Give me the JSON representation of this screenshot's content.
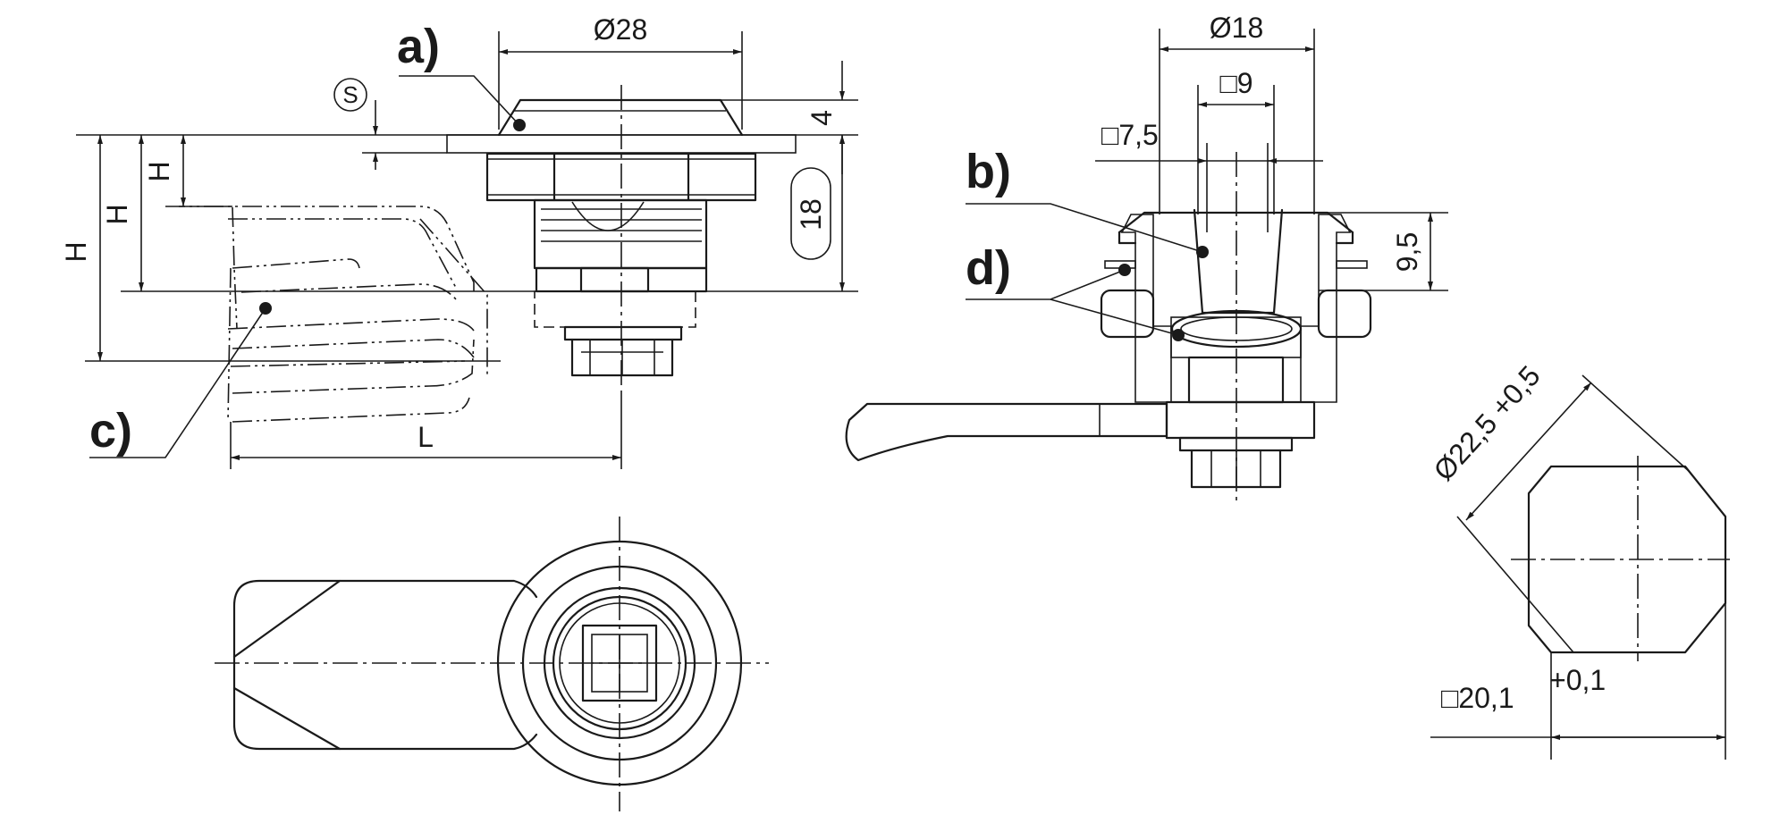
{
  "labels": {
    "a": "a)",
    "b": "b)",
    "c": "c)",
    "d": "d)"
  },
  "dimensions": {
    "dia28": "Ø28",
    "dia18": "Ø18",
    "sq9": "□9",
    "sq7_5": "□7,5",
    "d4": "4",
    "d18": "18",
    "d9_5": "9,5",
    "H": "H",
    "L": "L",
    "S": "S",
    "dia22_5": "Ø22,5 +0,5",
    "sq20_1": "□20,1",
    "tol": "+0,1"
  }
}
